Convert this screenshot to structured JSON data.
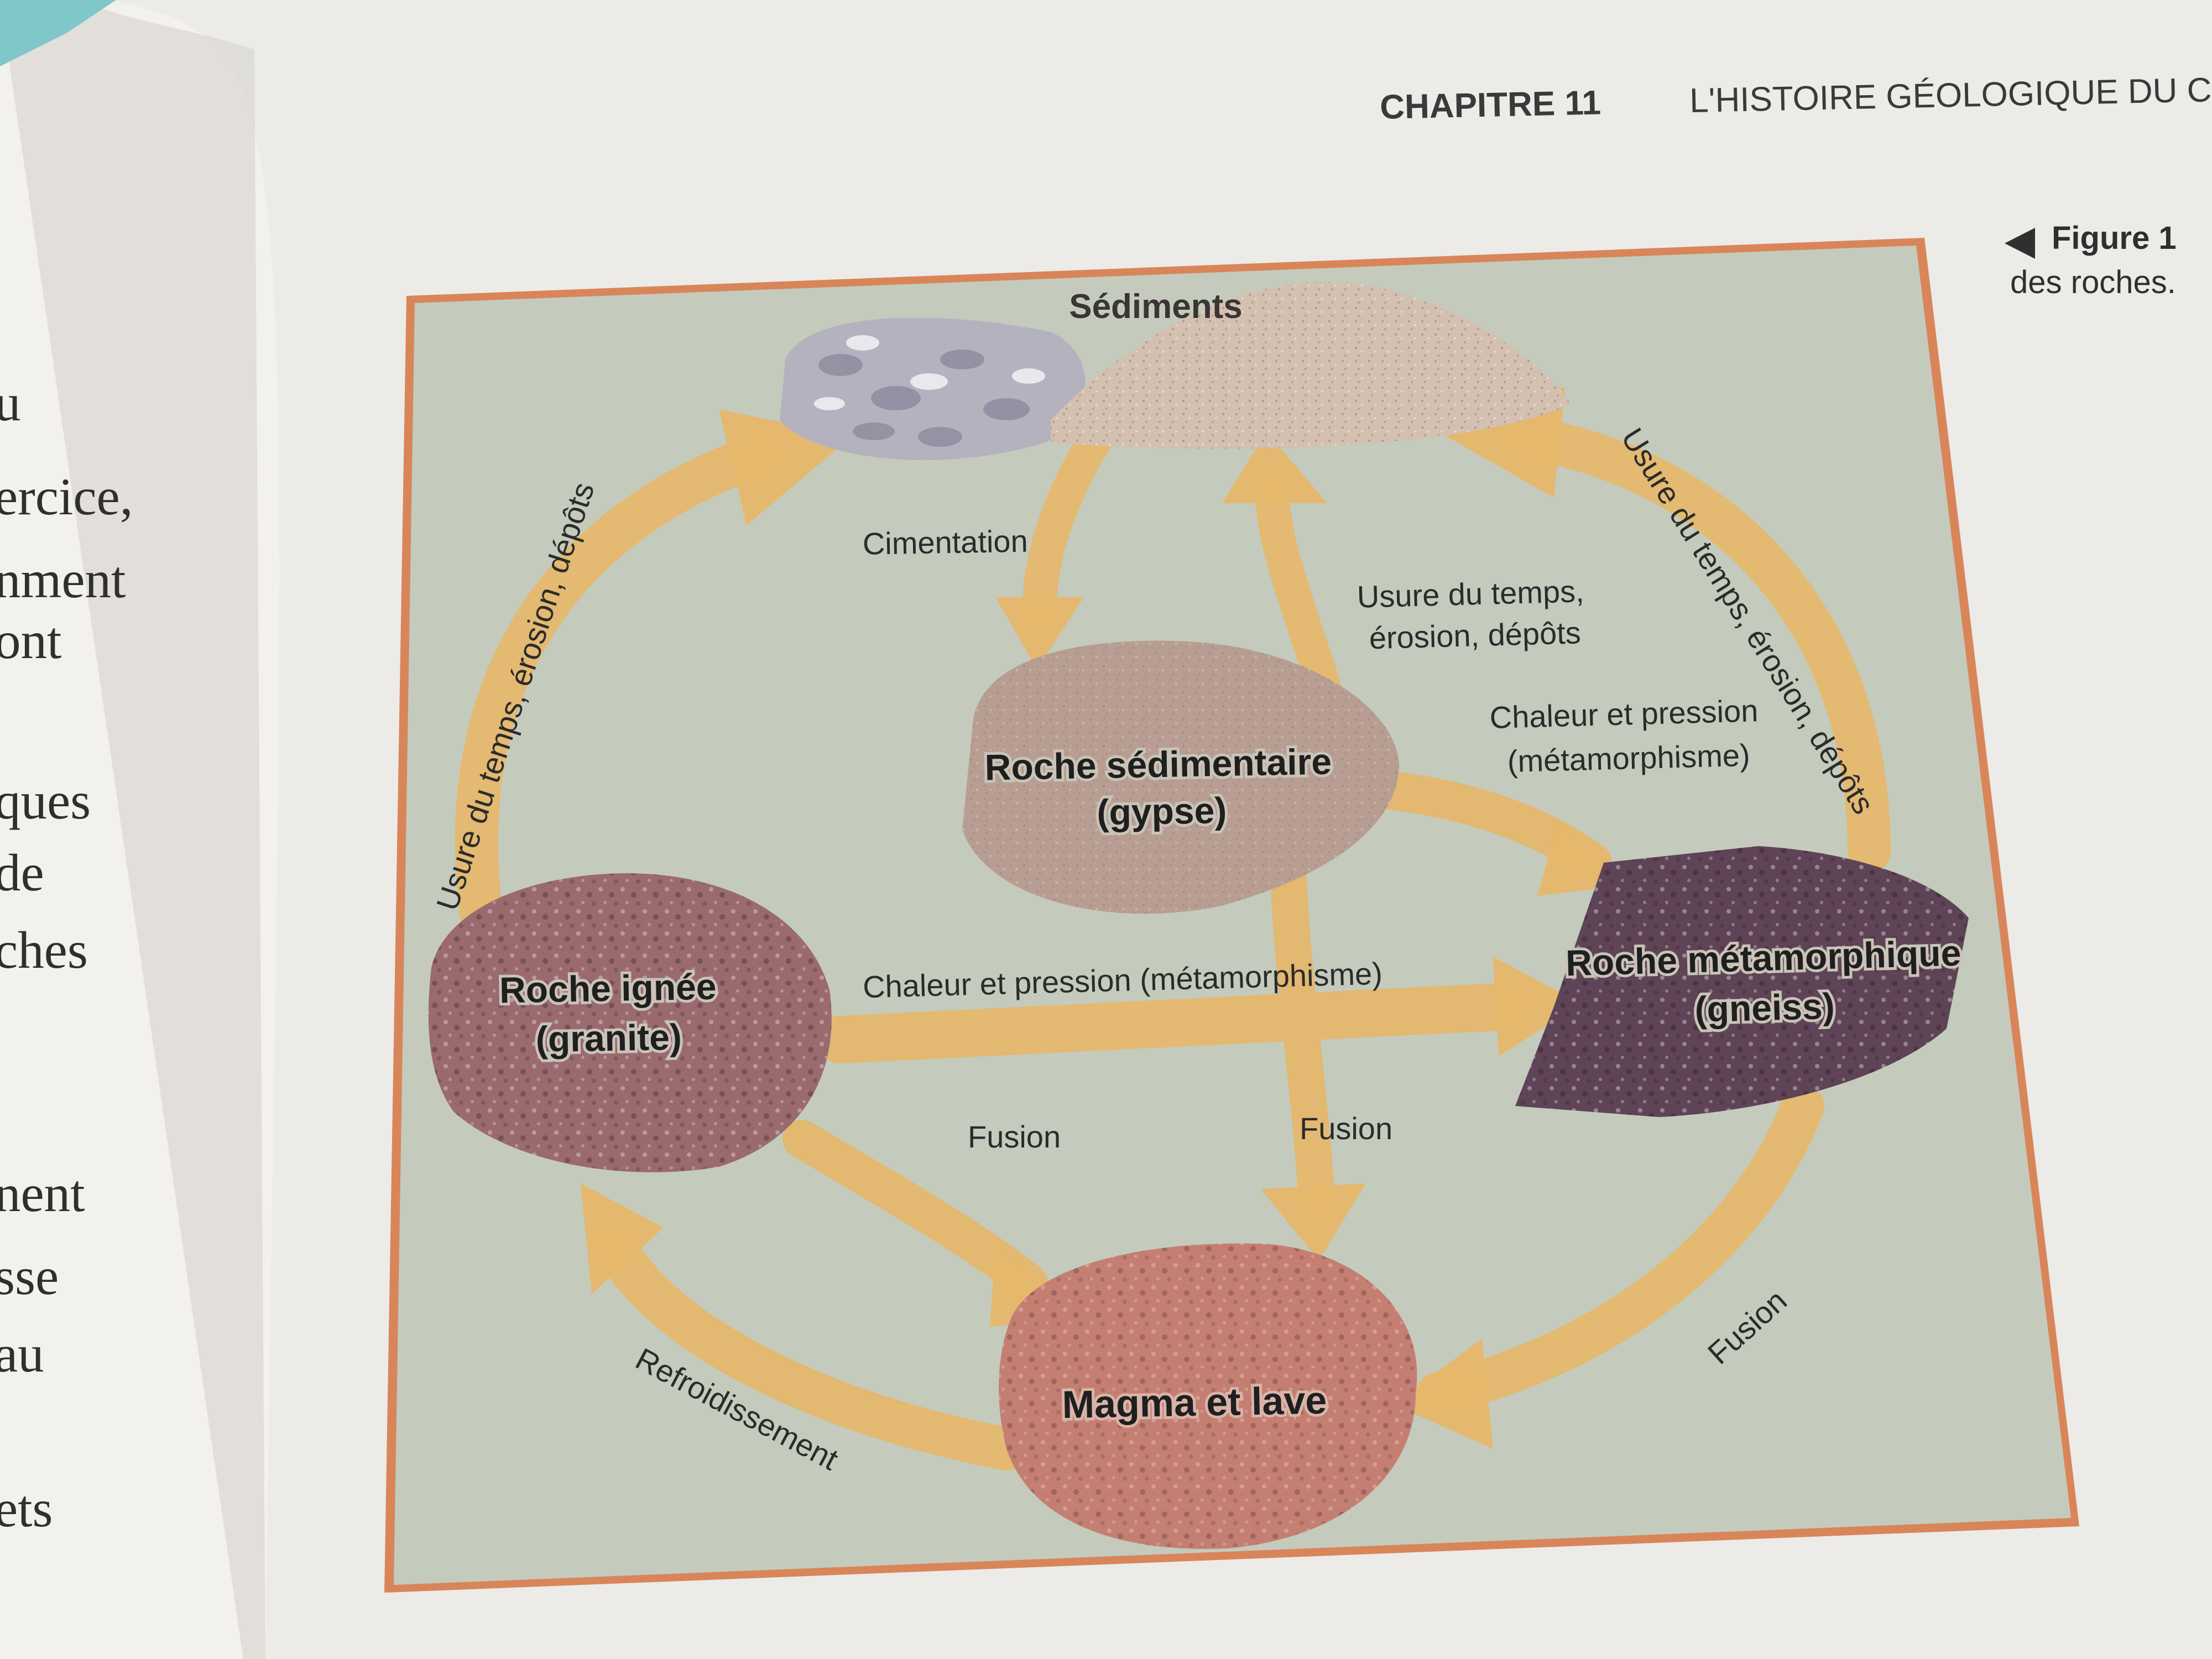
{
  "header": {
    "chapter": "CHAPITRE 11",
    "title": "L'HISTOIRE GÉOLOGIQUE DU C"
  },
  "caption": {
    "figure": "Figure 1",
    "text": "des roches."
  },
  "left_page_fragments": [
    "u",
    "ercice,",
    "nment",
    "ont",
    "ques",
    "de",
    "ches",
    "nent",
    "sse",
    "au",
    "ets"
  ],
  "diagram": {
    "nodes": {
      "sediments": "Sédiments",
      "sedimentary_line1": "Roche sédimentaire",
      "sedimentary_line2": "(gypse)",
      "igneous_line1": "Roche ignée",
      "igneous_line2": "(granite)",
      "metamorphic_line1": "Roche métamorphique",
      "metamorphic_line2": "(gneiss)",
      "magma": "Magma et lave"
    },
    "process_labels": {
      "weathering_left": "Usure du temps, érosion, dépôts",
      "weathering_right": "Usure du temps, érosion, dépôts",
      "weathering_center_line1": "Usure du temps,",
      "weathering_center_line2": "érosion, dépôts",
      "cementation": "Cimentation",
      "heat_pressure_upper_line1": "Chaleur et pression",
      "heat_pressure_upper_line2": "(métamorphisme)",
      "heat_pressure_center": "Chaleur et pression (métamorphisme)",
      "fusion_left": "Fusion",
      "fusion_center": "Fusion",
      "fusion_right": "Fusion",
      "cooling": "Refroidissement"
    }
  },
  "colors": {
    "page": "#ecebe8",
    "panel": "#c4cbbd",
    "panel_border": "#d9855a",
    "arrow": "#e6b76a",
    "text_dark": "#2b2b2b",
    "heading": "#3a3a3a",
    "igneous": "#9a6a6f",
    "sedimentary": "#b89e92",
    "metamorphic": "#5e4456",
    "magma": "#c47f72",
    "gravel": "#b4b2bf",
    "sand": "#d4c0b0"
  }
}
